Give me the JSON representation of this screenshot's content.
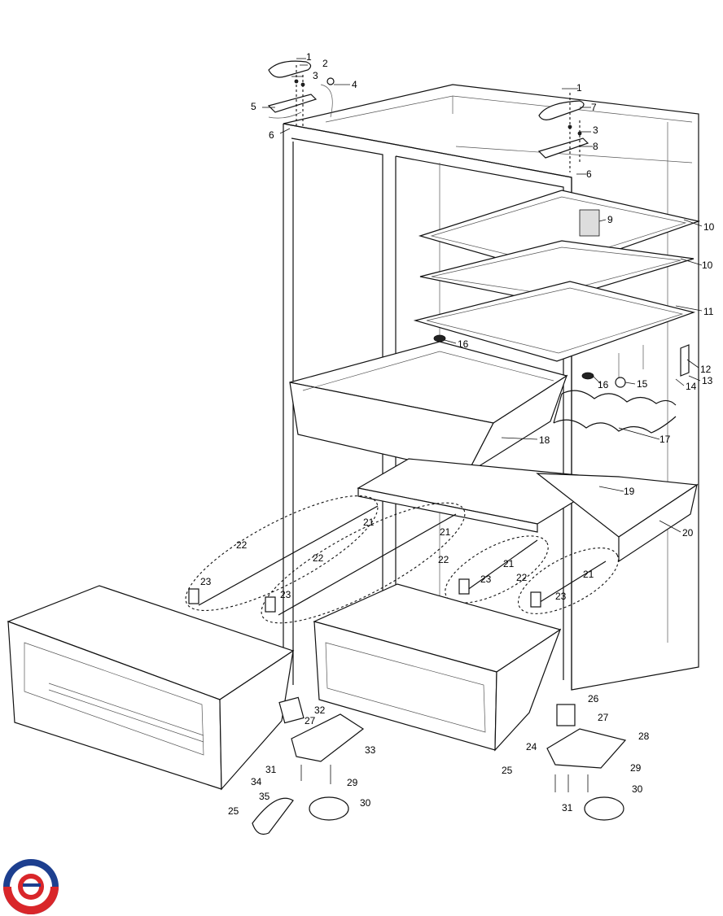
{
  "diagram": {
    "description_free": true,
    "callouts": [
      {
        "id": "c1a",
        "text": "1"
      },
      {
        "id": "c2",
        "text": "2"
      },
      {
        "id": "c3a",
        "text": "3"
      },
      {
        "id": "c4",
        "text": "4"
      },
      {
        "id": "c5",
        "text": "5"
      },
      {
        "id": "c6a",
        "text": "6"
      },
      {
        "id": "c1b",
        "text": "1"
      },
      {
        "id": "c7",
        "text": "7"
      },
      {
        "id": "c3b",
        "text": "3"
      },
      {
        "id": "c8",
        "text": "8"
      },
      {
        "id": "c6b",
        "text": "6"
      },
      {
        "id": "c9",
        "text": "9"
      },
      {
        "id": "c10a",
        "text": "10"
      },
      {
        "id": "c10b",
        "text": "10"
      },
      {
        "id": "c11",
        "text": "11"
      },
      {
        "id": "c12",
        "text": "12"
      },
      {
        "id": "c13",
        "text": "13"
      },
      {
        "id": "c14",
        "text": "14"
      },
      {
        "id": "c15",
        "text": "15"
      },
      {
        "id": "c16a",
        "text": "16"
      },
      {
        "id": "c16b",
        "text": "16"
      },
      {
        "id": "c17",
        "text": "17"
      },
      {
        "id": "c18",
        "text": "18"
      },
      {
        "id": "c19",
        "text": "19"
      },
      {
        "id": "c20",
        "text": "20"
      },
      {
        "id": "c21a",
        "text": "21"
      },
      {
        "id": "c21b",
        "text": "21"
      },
      {
        "id": "c21c",
        "text": "21"
      },
      {
        "id": "c21d",
        "text": "21"
      },
      {
        "id": "c22a",
        "text": "22"
      },
      {
        "id": "c22b",
        "text": "22"
      },
      {
        "id": "c22c",
        "text": "22"
      },
      {
        "id": "c22d",
        "text": "22"
      },
      {
        "id": "c23a",
        "text": "23"
      },
      {
        "id": "c23b",
        "text": "23"
      },
      {
        "id": "c23c",
        "text": "23"
      },
      {
        "id": "c23d",
        "text": "23"
      },
      {
        "id": "c24",
        "text": "24"
      },
      {
        "id": "c25a",
        "text": "25"
      },
      {
        "id": "c25b",
        "text": "25"
      },
      {
        "id": "c26",
        "text": "26"
      },
      {
        "id": "c27a",
        "text": "27"
      },
      {
        "id": "c27b",
        "text": "27"
      },
      {
        "id": "c28",
        "text": "28"
      },
      {
        "id": "c29a",
        "text": "29"
      },
      {
        "id": "c29b",
        "text": "29"
      },
      {
        "id": "c30a",
        "text": "30"
      },
      {
        "id": "c30b",
        "text": "30"
      },
      {
        "id": "c31a",
        "text": "31"
      },
      {
        "id": "c31b",
        "text": "31"
      },
      {
        "id": "c32",
        "text": "32"
      },
      {
        "id": "c33",
        "text": "33"
      },
      {
        "id": "c34",
        "text": "34"
      },
      {
        "id": "c35",
        "text": "35"
      }
    ]
  },
  "logo": {
    "colors": {
      "blue": "#1d3f8f",
      "red": "#d9262a",
      "white": "#ffffff"
    },
    "icon": "brand-logo-icon"
  }
}
